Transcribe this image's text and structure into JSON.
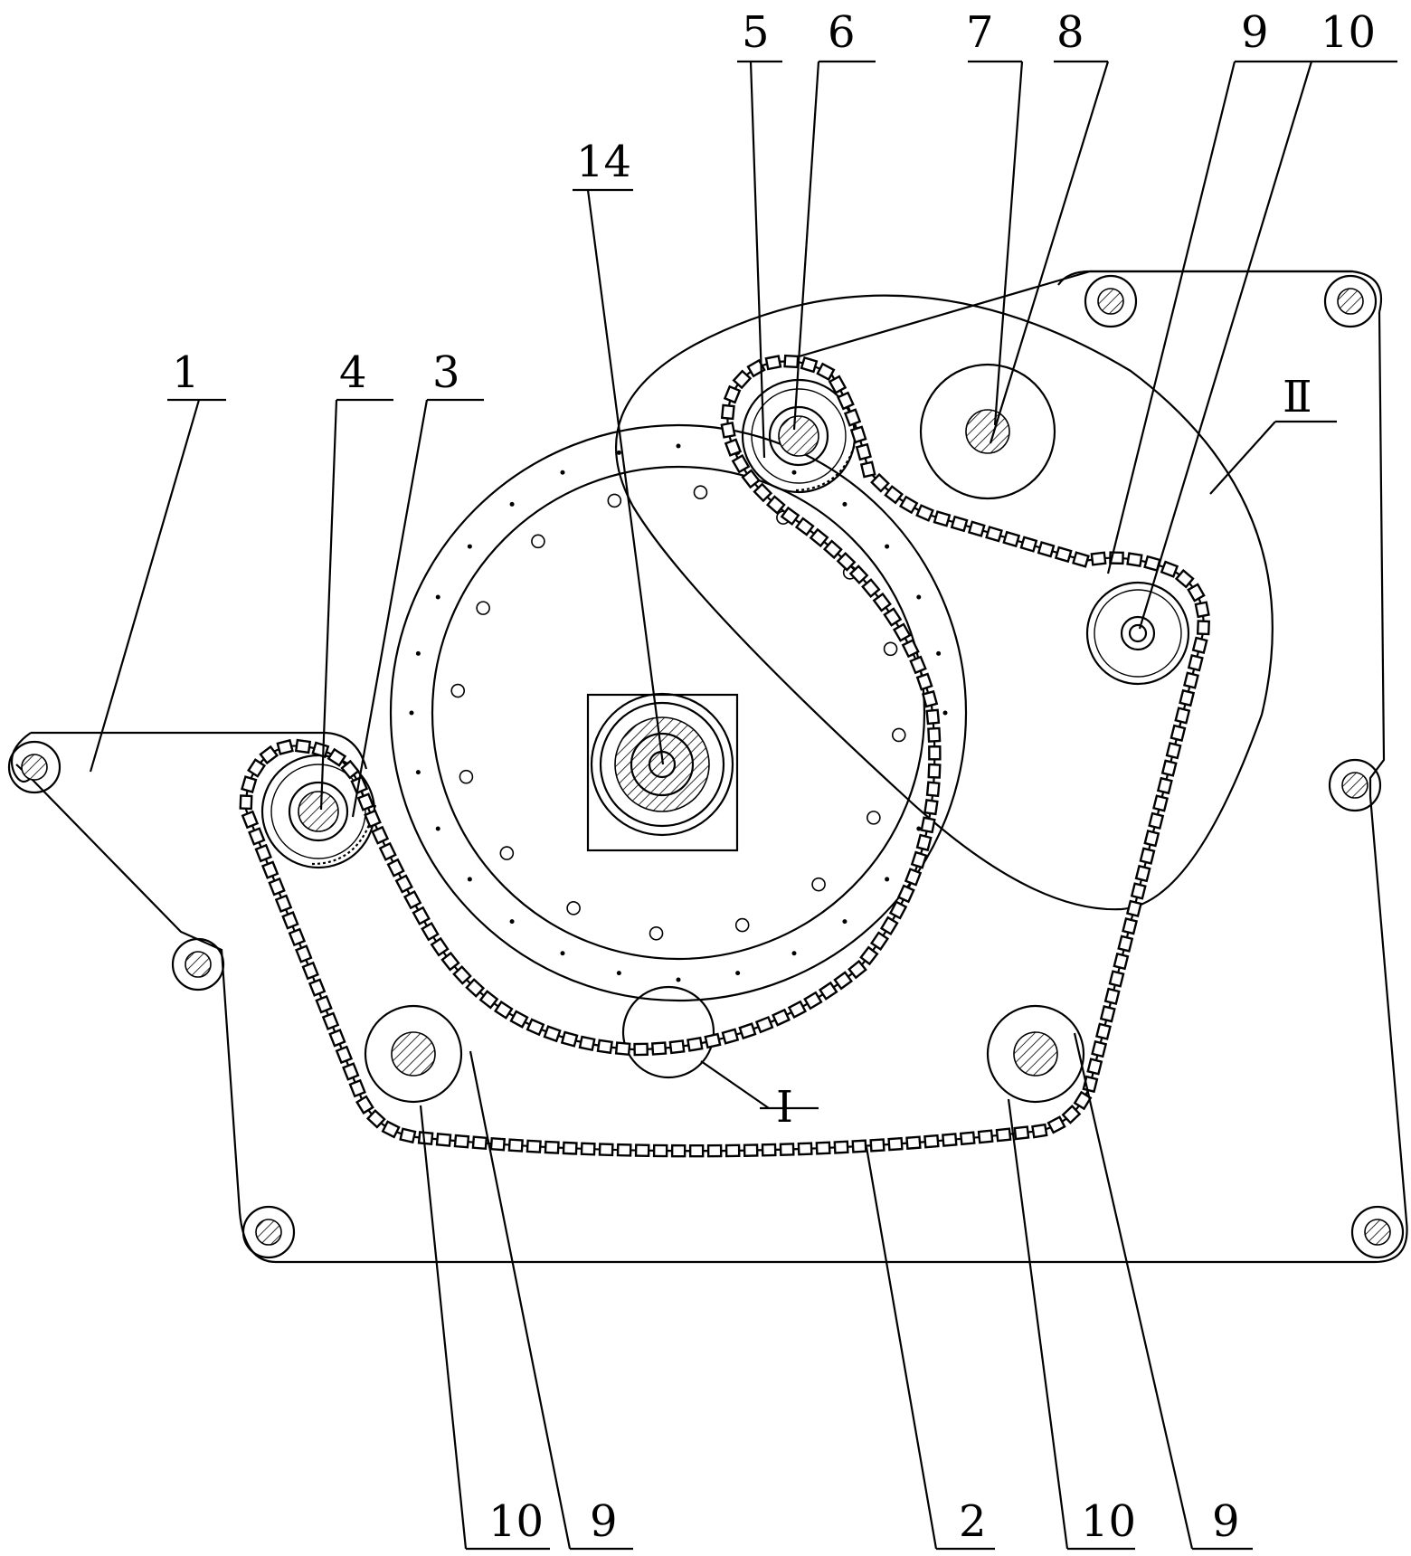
{
  "labels": {
    "part_1": "1",
    "part_2": "2",
    "part_3": "3",
    "part_4": "4",
    "part_5": "5",
    "part_6": "6",
    "part_7": "7",
    "part_8": "8",
    "part_9_top": "9",
    "part_10_top": "10",
    "part_14": "14",
    "detail_I": "I",
    "detail_II": "Ⅱ",
    "part_10_bottom_left": "10",
    "part_9_bottom_left": "9",
    "part_10_bottom_right": "10",
    "part_9_bottom_right": "9"
  }
}
